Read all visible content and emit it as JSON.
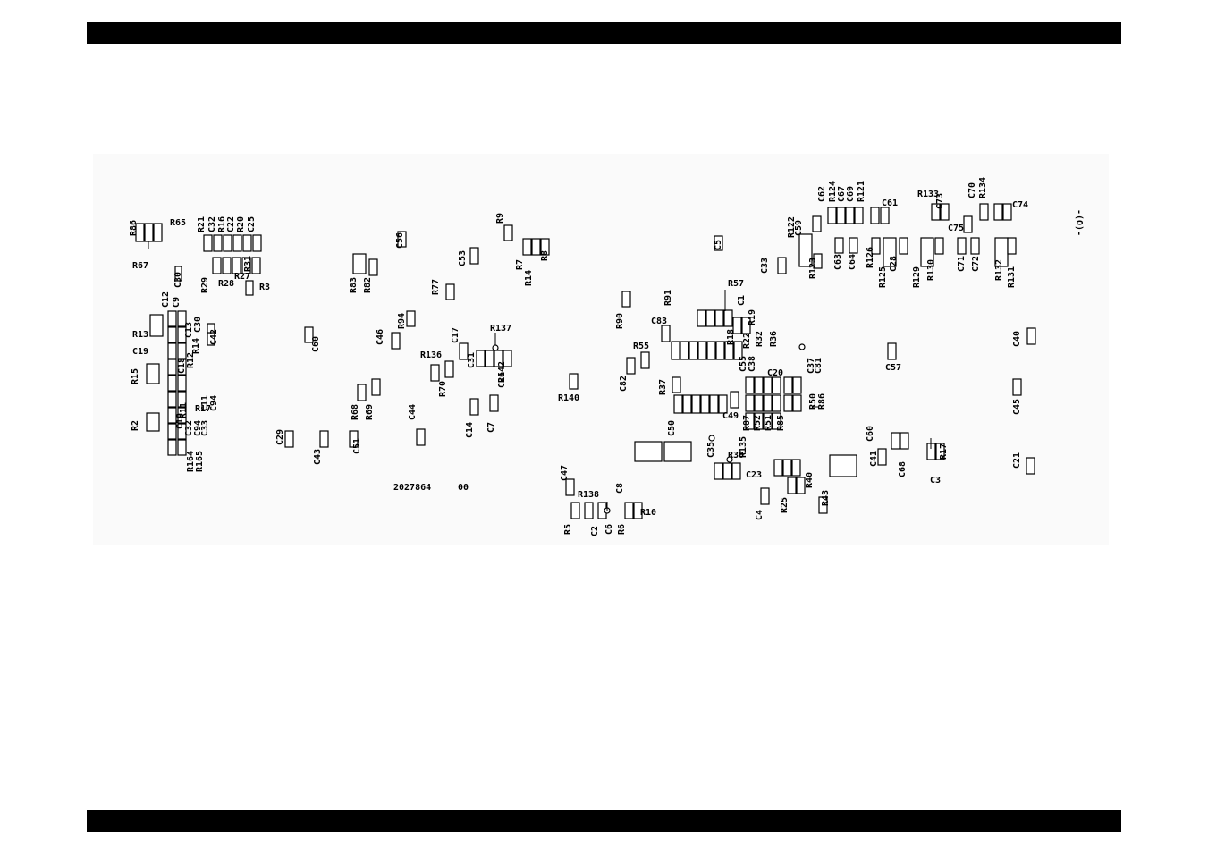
{
  "board": {
    "part_number": "2027864",
    "revision": "00",
    "orientation_mark": "-(O)-"
  },
  "component_labels": [
    "R65",
    "R86",
    "R67",
    "R21",
    "C32",
    "R16",
    "C22",
    "R20",
    "C25",
    "R29",
    "R28",
    "R27",
    "R31",
    "R3",
    "C30",
    "C12",
    "C9",
    "R13",
    "C19",
    "C13",
    "C30",
    "R14",
    "C42",
    "R15",
    "C18",
    "R12",
    "R11",
    "R17",
    "C11",
    "C94",
    "R2",
    "C10",
    "C33",
    "C32",
    "C94",
    "R164",
    "R165",
    "R83",
    "R82",
    "C56",
    "R77",
    "R94",
    "C60",
    "C46",
    "R136",
    "C17",
    "R137",
    "C31",
    "R142",
    "C26",
    "R70",
    "R68",
    "R69",
    "C44",
    "C14",
    "C7",
    "C29",
    "C43",
    "C51",
    "C53",
    "R9",
    "R7",
    "R14",
    "R8",
    "R140",
    "C47",
    "R138",
    "C8",
    "R5",
    "C2",
    "C6",
    "R6",
    "R10",
    "R90",
    "R91",
    "C83",
    "R55",
    "C82",
    "R37",
    "C50",
    "C49",
    "C5",
    "R57",
    "C1",
    "R19",
    "R18",
    "R22",
    "R32",
    "R36",
    "C33",
    "C55",
    "C38",
    "C20",
    "R87",
    "R52",
    "R51",
    "R85",
    "R30",
    "R135",
    "C35",
    "C23",
    "C4",
    "R25",
    "R40",
    "R43",
    "R50",
    "R86",
    "C37",
    "C81",
    "C57",
    "C40",
    "C45",
    "C21",
    "C60",
    "C41",
    "C68",
    "C3",
    "R17",
    "R122",
    "C59",
    "R123",
    "C62",
    "R124",
    "C67",
    "C69",
    "R121",
    "C61",
    "C63",
    "C64",
    "R126",
    "R125",
    "C28",
    "R133",
    "C73",
    "R129",
    "R130",
    "C75",
    "C71",
    "C72",
    "C70",
    "R134",
    "C74",
    "R132",
    "R131"
  ]
}
